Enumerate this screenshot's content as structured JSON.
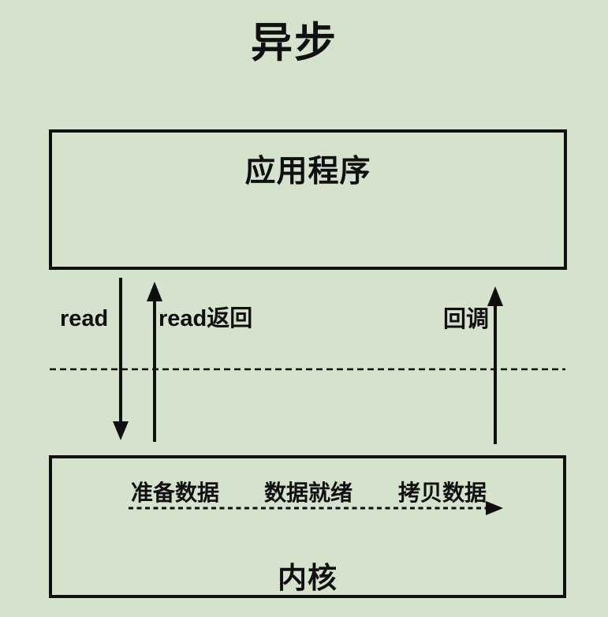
{
  "page": {
    "title": "异步",
    "background_color": "#d5e2cc",
    "ink_color": "#0f0f0f"
  },
  "app_box": {
    "label": "应用程序"
  },
  "arrows": {
    "read_label": "read",
    "read_return_label": "read返回",
    "callback_label": "回调"
  },
  "boundary": {
    "style": "dashed-horizontal-line"
  },
  "kernel_box": {
    "label": "内核",
    "stages": [
      "准备数据",
      "数据就绪",
      "拷贝数据"
    ],
    "flow": "dashed-arrow-left-to-right"
  }
}
